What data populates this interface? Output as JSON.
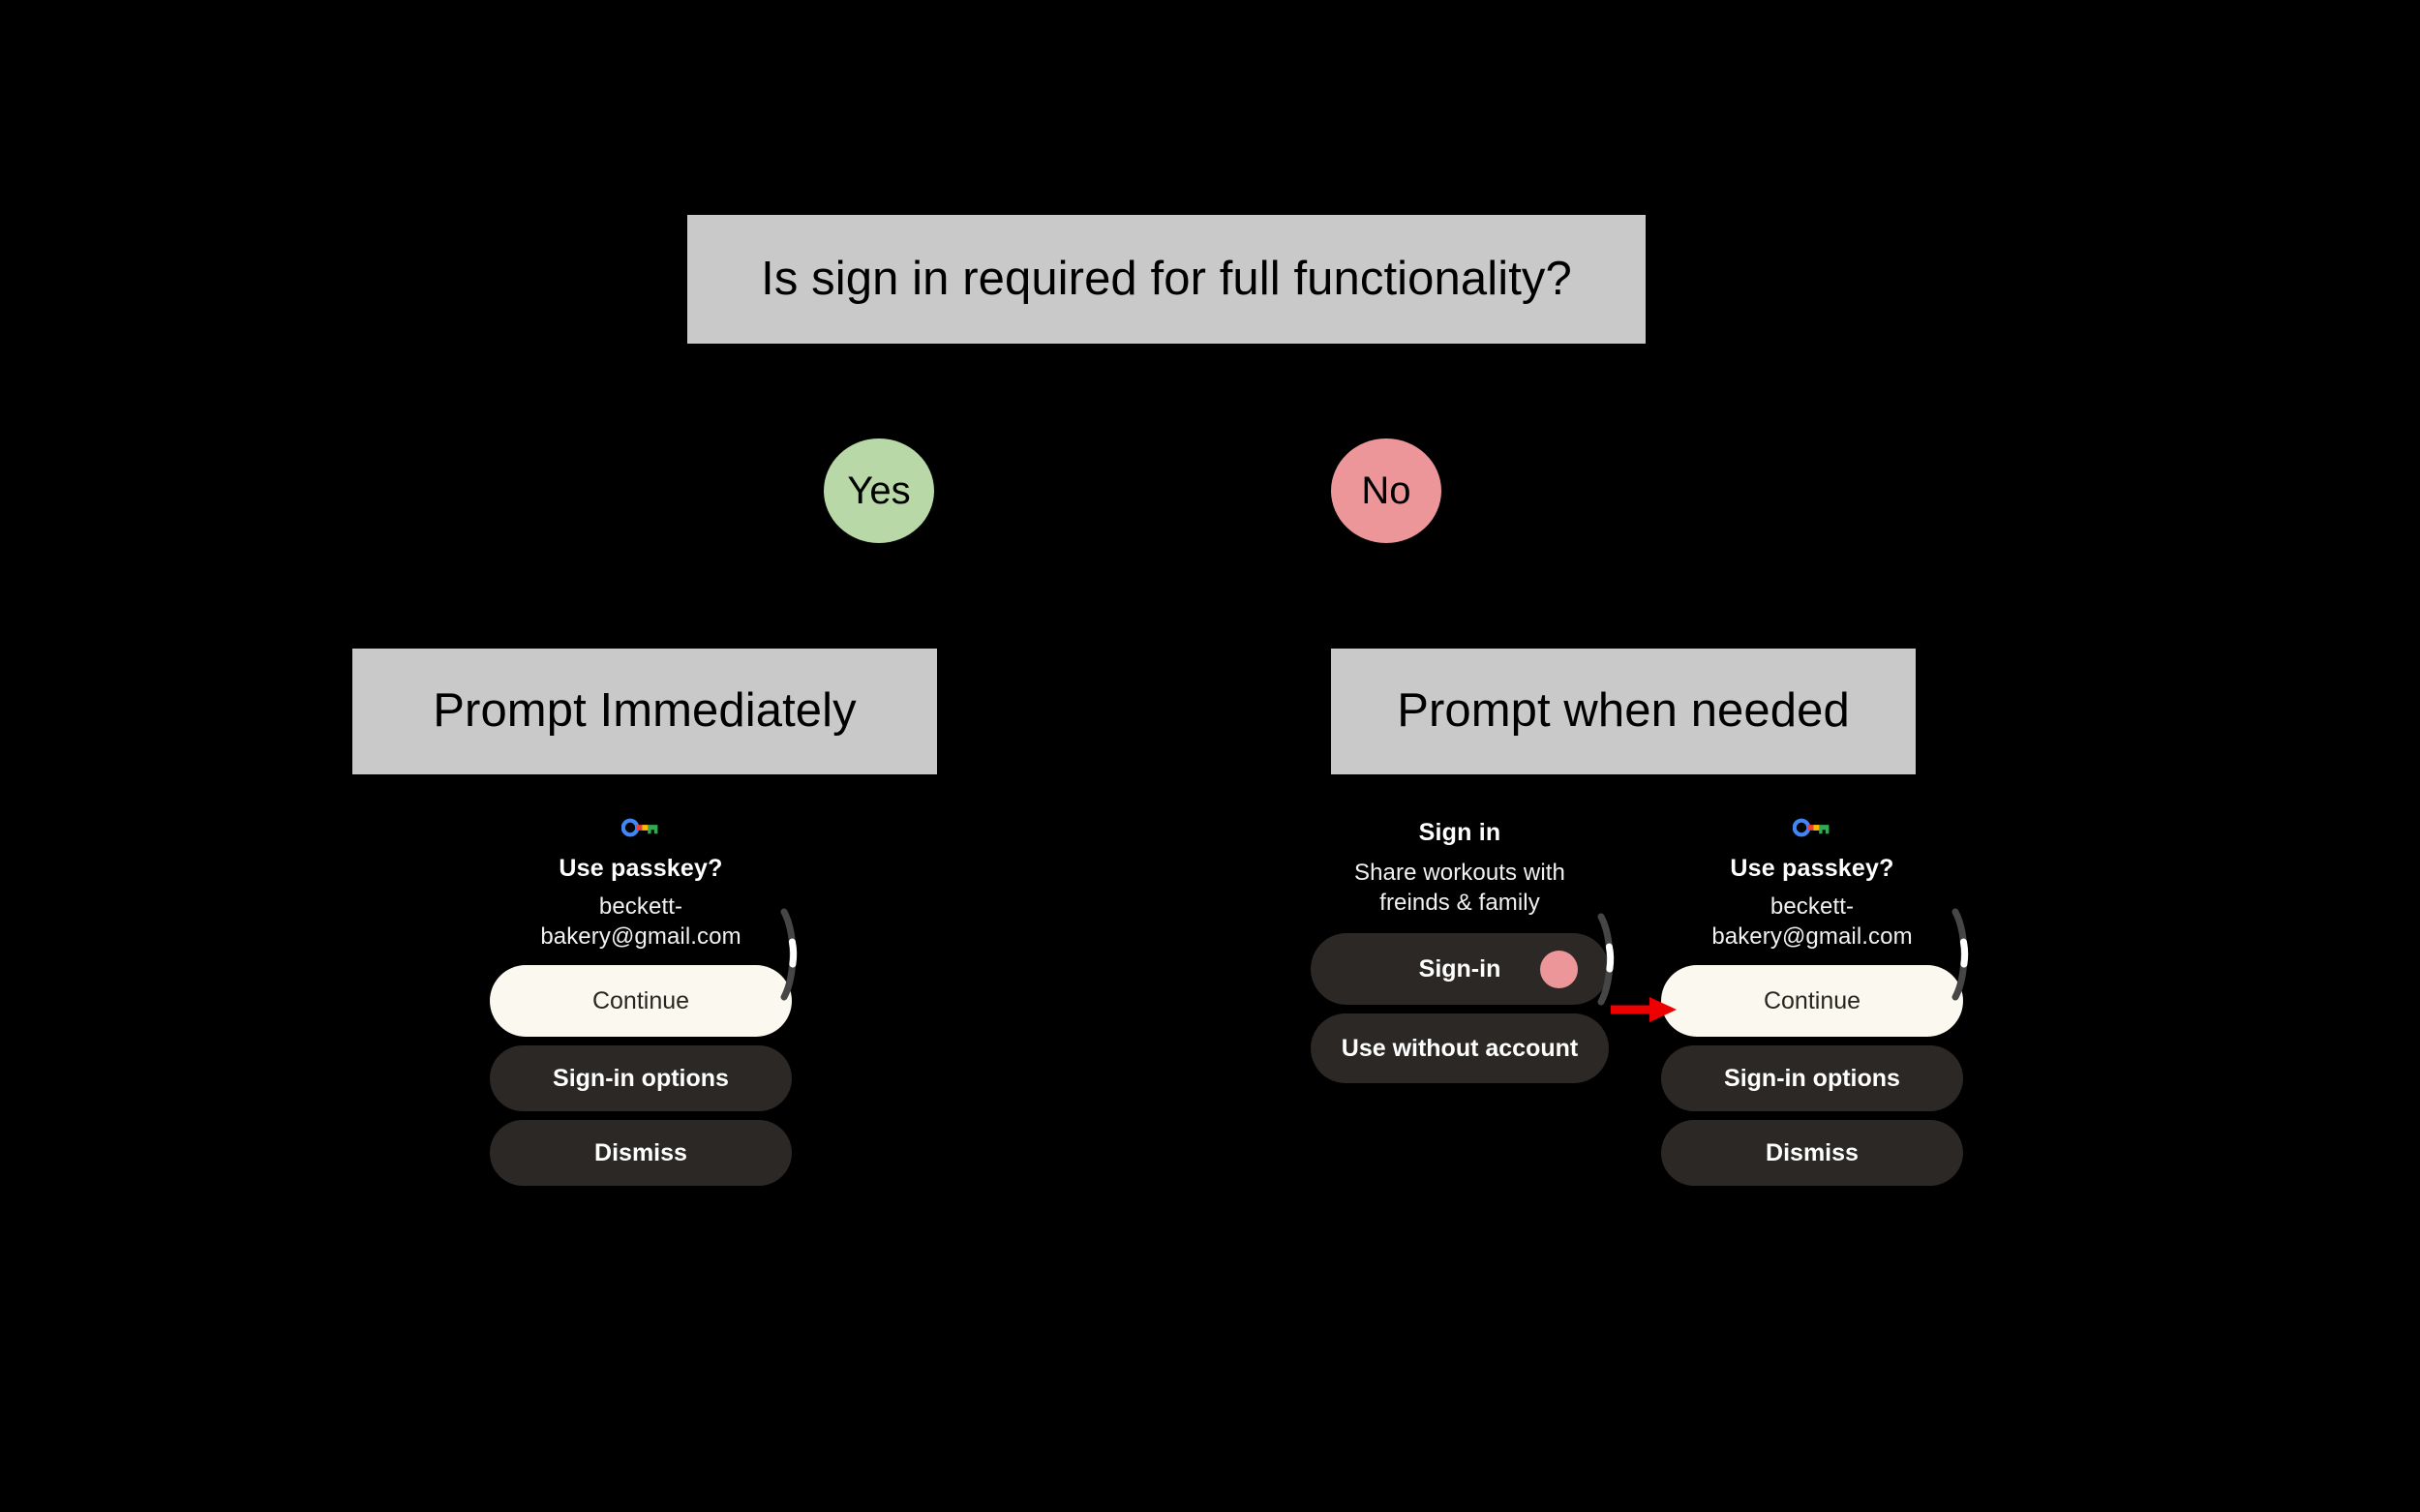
{
  "diagram": {
    "title_question": "Is sign in required for full functionality?",
    "branches": [
      {
        "id": "yes",
        "label": "Yes",
        "color": "#b9d8a7"
      },
      {
        "id": "no",
        "label": "No",
        "color": "#ec9699"
      }
    ],
    "outcomes": [
      {
        "id": "immediate",
        "label": "Prompt Immediately"
      },
      {
        "id": "when-needed",
        "label": "Prompt when needed"
      }
    ],
    "box_fill": "#c9c9c9",
    "canvas_background": "#000000"
  },
  "mocks": {
    "left": {
      "icon": "google-passkey-icon",
      "title": "Use passkey?",
      "subtitle": "beckett-bakery@gmail.com",
      "buttons": [
        {
          "label": "Continue",
          "style": "primary"
        },
        {
          "label": "Sign-in options",
          "style": "secondary"
        },
        {
          "label": "Dismiss",
          "style": "secondary"
        }
      ]
    },
    "middle": {
      "title": "Sign in",
      "subtitle": "Share workouts with freinds & family",
      "buttons": [
        {
          "label": "Sign-in",
          "style": "secondary",
          "accent_dot": "#ec9699"
        },
        {
          "label": "Use without account",
          "style": "secondary"
        }
      ]
    },
    "right": {
      "icon": "google-passkey-icon",
      "title": "Use passkey?",
      "subtitle": "beckett-bakery@gmail.com",
      "buttons": [
        {
          "label": "Continue",
          "style": "primary"
        },
        {
          "label": "Sign-in options",
          "style": "secondary"
        },
        {
          "label": "Dismiss",
          "style": "secondary"
        }
      ]
    }
  },
  "annotation": {
    "arrow_color": "#ee0000",
    "arrow_direction": "right"
  },
  "theme": {
    "button_primary_bg": "#fbf8ef",
    "button_primary_text": "#29261f",
    "button_secondary_bg": "#2b2825",
    "button_secondary_text": "#ffffff",
    "scroll_track": "#464646",
    "scroll_thumb": "#ffffff"
  }
}
